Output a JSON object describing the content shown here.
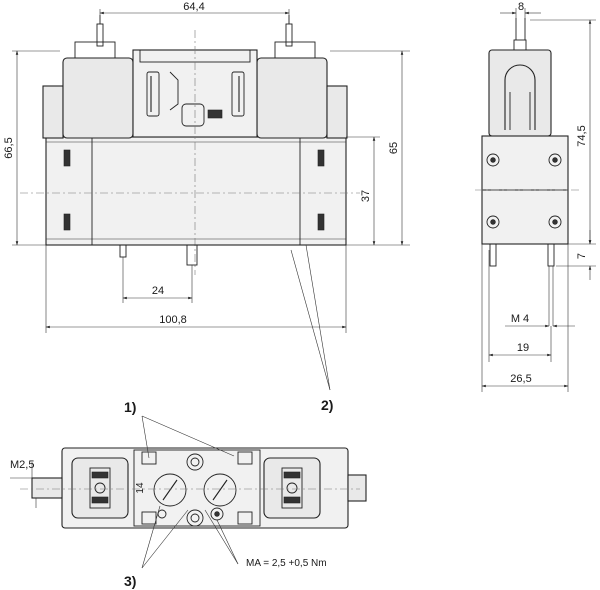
{
  "dimensions": {
    "front_width_pins": "64,4",
    "front_height_total": "66,5",
    "front_height_body_top": "65",
    "front_height_body": "37",
    "front_offset": "24",
    "front_length": "100,8",
    "side_pin_width": "8",
    "side_height": "74,5",
    "side_pin_length": "7",
    "side_thread": "M 4",
    "side_offset": "19",
    "side_width": "26,5",
    "top_thread": "M2,5",
    "top_port_label": "14"
  },
  "callouts": {
    "c1": "1)",
    "c2": "2)",
    "c3": "3)"
  },
  "notes": {
    "torque": "MA = 2,5 +0,5 Nm"
  },
  "colors": {
    "line": "#222222",
    "fill": "#f1f1f1"
  }
}
